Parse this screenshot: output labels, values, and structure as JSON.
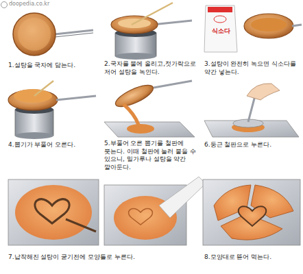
{
  "diagram": {
    "labels": [
      "doopedia.co.kr",
      "식소다",
      "1.설탕을 국자에 담는다.",
      "2.국자를 불에 올리고,젓가락으로 저어 설탕을 녹인다.",
      "3.설탕이 완전히 녹으면 식소다를 약간 넣는다.",
      "4.뽑기가 부풀어 오른다.",
      "5.부풀어 오른 뽑기를 철판에 붓는다. 이때 철판에 눌러 붙을 수 있으니, 밀가루나 설탕을 약간 깔아둔다.",
      "6.둥근 철판으로 누른다.",
      "7.납작해진 설탕이 굳기전에 모양틀로 누른다.",
      "8.모양대로 뜯어 먹는다."
    ]
  }
}
